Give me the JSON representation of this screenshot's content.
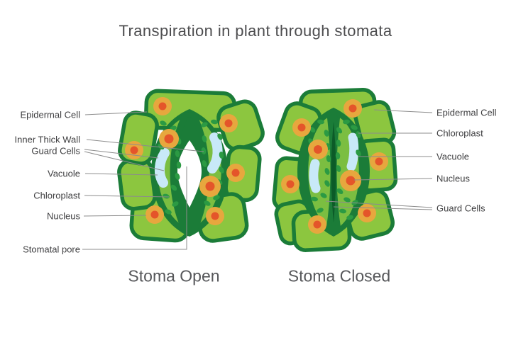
{
  "title": "Transpiration in plant through stomata",
  "captions": {
    "open": "Stoma Open",
    "closed": "Stoma Closed"
  },
  "labels_left": [
    {
      "text": "Epidermal Cell"
    },
    {
      "text": "Inner Thick Wall"
    },
    {
      "text": "Guard Cells"
    },
    {
      "text": "Vacuole"
    },
    {
      "text": "Chloroplast"
    },
    {
      "text": "Nucleus"
    },
    {
      "text": "Stomatal pore"
    }
  ],
  "labels_right": [
    {
      "text": "Epidermal Cell"
    },
    {
      "text": "Chloroplast"
    },
    {
      "text": "Vacuole"
    },
    {
      "text": "Nucleus"
    },
    {
      "text": "Guard Cells"
    }
  ],
  "colors": {
    "background": "#FFFFFF",
    "epidermal": "#8CC63F",
    "guard": "#7BBE41",
    "outline": "#1B7C38",
    "chloroplast": "#2B9A43",
    "vacuole": "#C8E9F8",
    "nucleus_ring": "#E7A73E",
    "nucleus_core": "#E4552A",
    "slit": "#0C5B28",
    "pore": "#FFFFFF",
    "leader": "#8C8C8C",
    "title_text": "#4D4D4F",
    "label_text": "#3F3F41",
    "caption_text": "#56575A"
  }
}
